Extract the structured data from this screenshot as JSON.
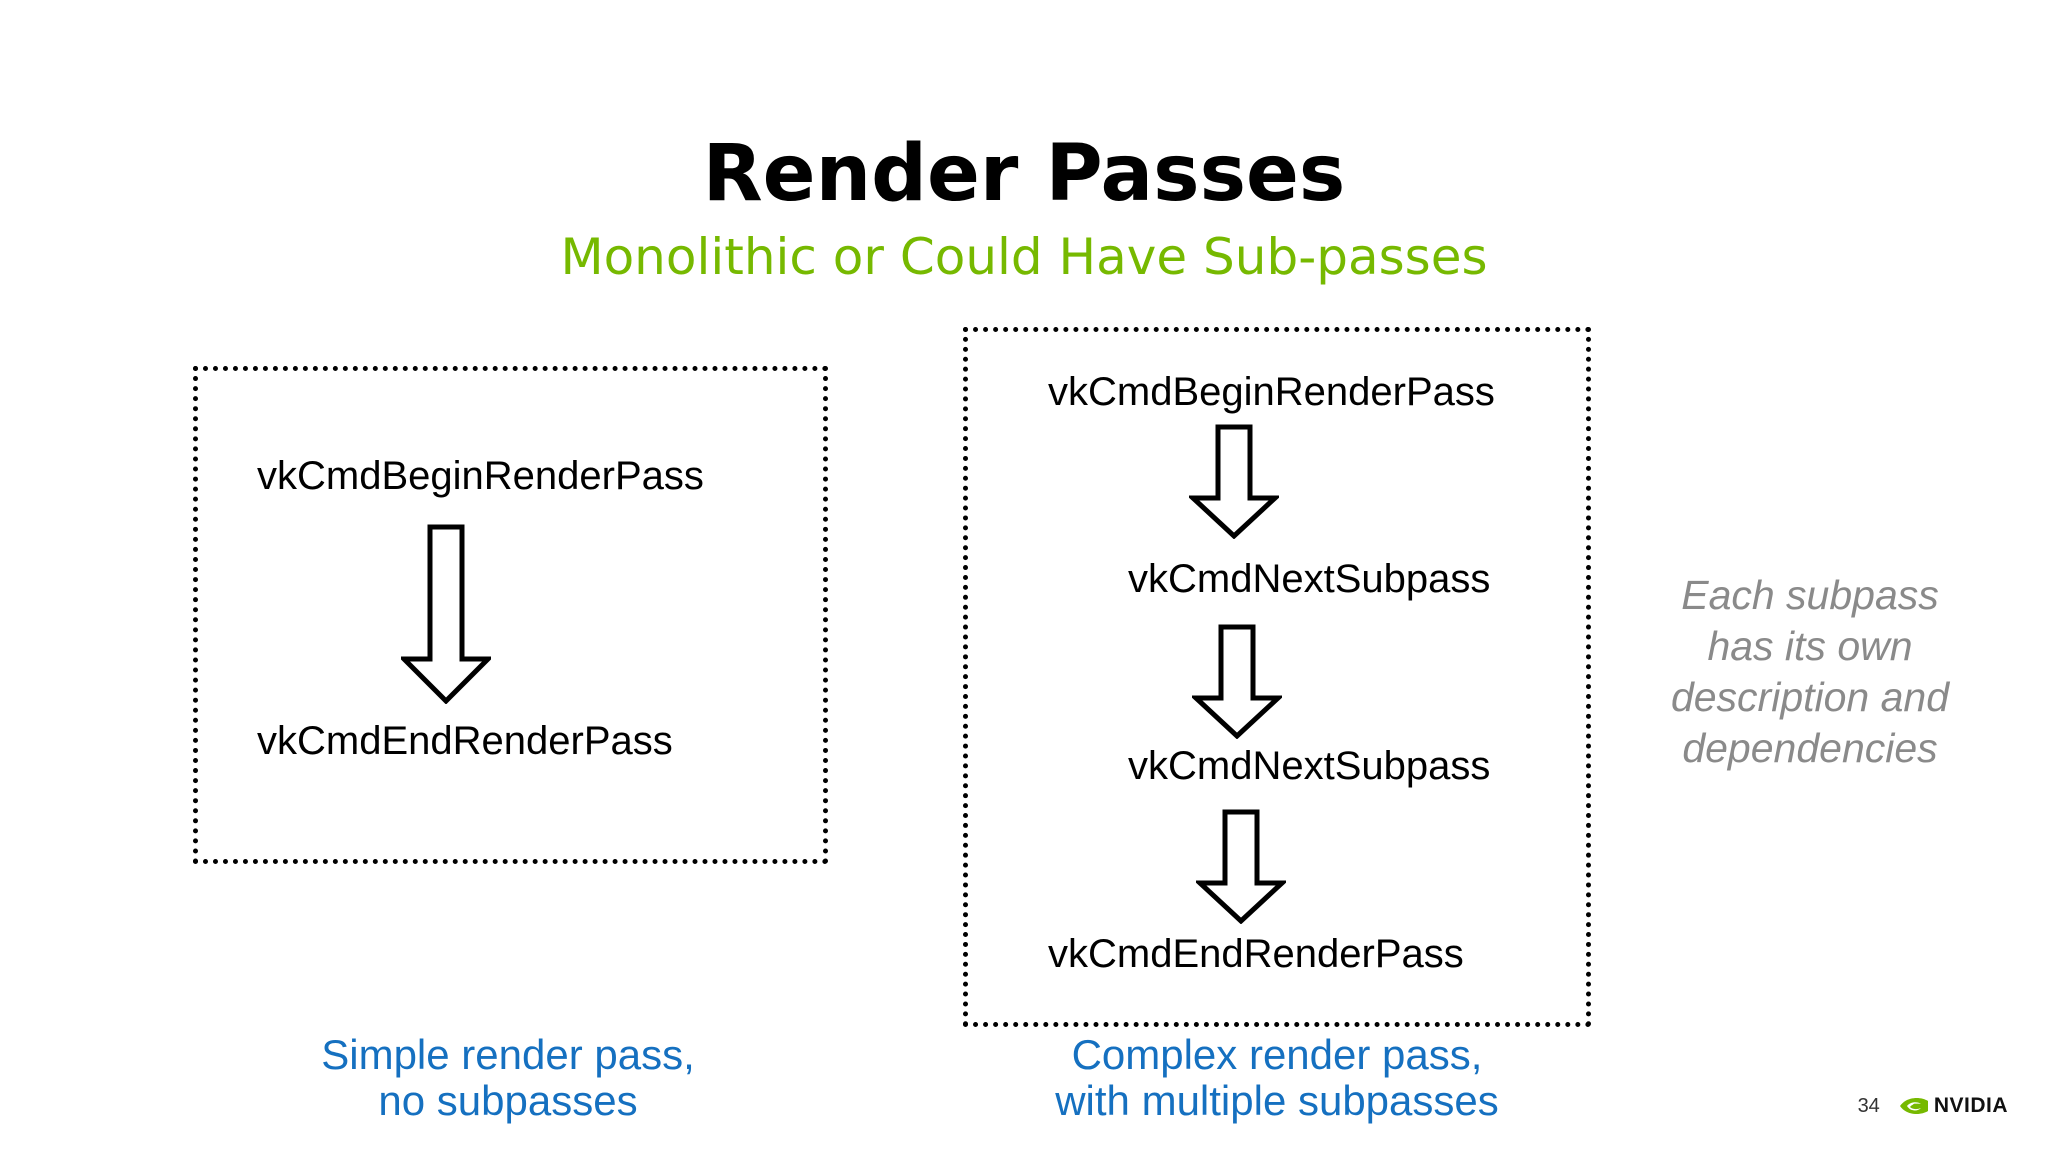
{
  "slide": {
    "title": "Render Passes",
    "subtitle": "Monolithic or Could Have Sub-passes",
    "page_number": "34",
    "logo_text": "NVIDIA"
  },
  "simple_pass": {
    "begin": "vkCmdBeginRenderPass",
    "end": "vkCmdEndRenderPass",
    "caption_line1": "Simple render pass,",
    "caption_line2": "no subpasses"
  },
  "complex_pass": {
    "begin": "vkCmdBeginRenderPass",
    "next1": "vkCmdNextSubpass",
    "next2": "vkCmdNextSubpass",
    "end": "vkCmdEndRenderPass",
    "caption_line1": "Complex render pass,",
    "caption_line2": "with multiple subpasses"
  },
  "side_note": {
    "line1": "Each subpass",
    "line2": "has its own",
    "line3": "description and",
    "line4": "dependencies"
  },
  "colors": {
    "accent_green": "#76b900",
    "caption_blue": "#1570c0",
    "note_gray": "#8a8a8a"
  },
  "icons": [
    "down-arrow-icon",
    "nvidia-eye-icon"
  ]
}
